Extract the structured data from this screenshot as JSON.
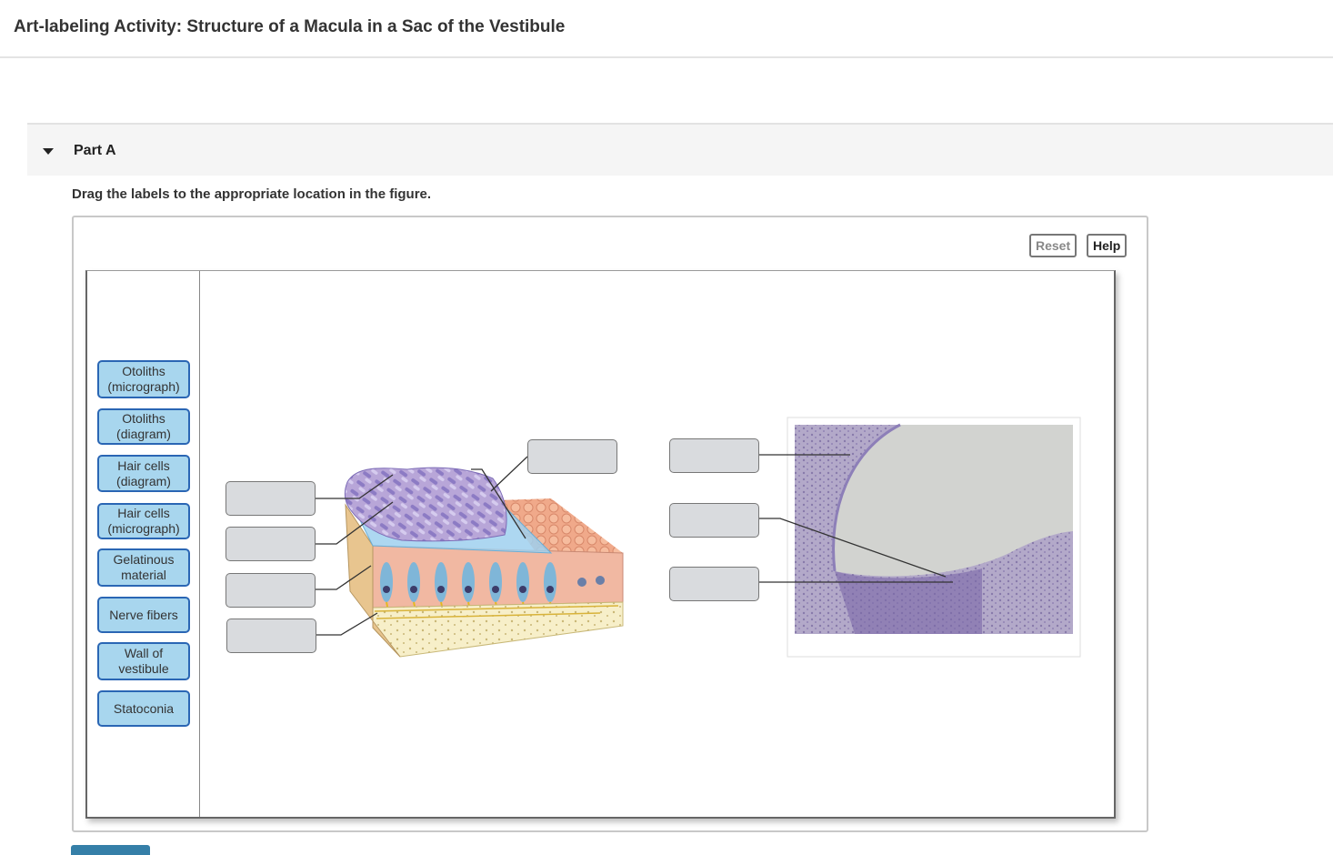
{
  "page": {
    "title": "Art-labeling Activity: Structure of a Macula in a Sac of the Vestibule"
  },
  "part": {
    "title": "Part A"
  },
  "instructions": "Drag the labels to the appropriate location in the figure.",
  "toolbar": {
    "reset_label": "Reset",
    "help_label": "Help"
  },
  "labels": [
    "Otoliths (micrograph)",
    "Otoliths (diagram)",
    "Hair cells (diagram)",
    "Hair cells (micrograph)",
    "Gelatinous material",
    "Nerve fibers",
    "Wall of vestibule",
    "Statoconia"
  ],
  "colors": {
    "label_fill": "#a8d6ee",
    "label_border": "#2a66b4",
    "drop_target_fill": "#d9dbde",
    "submit_button": "#357fa8"
  }
}
